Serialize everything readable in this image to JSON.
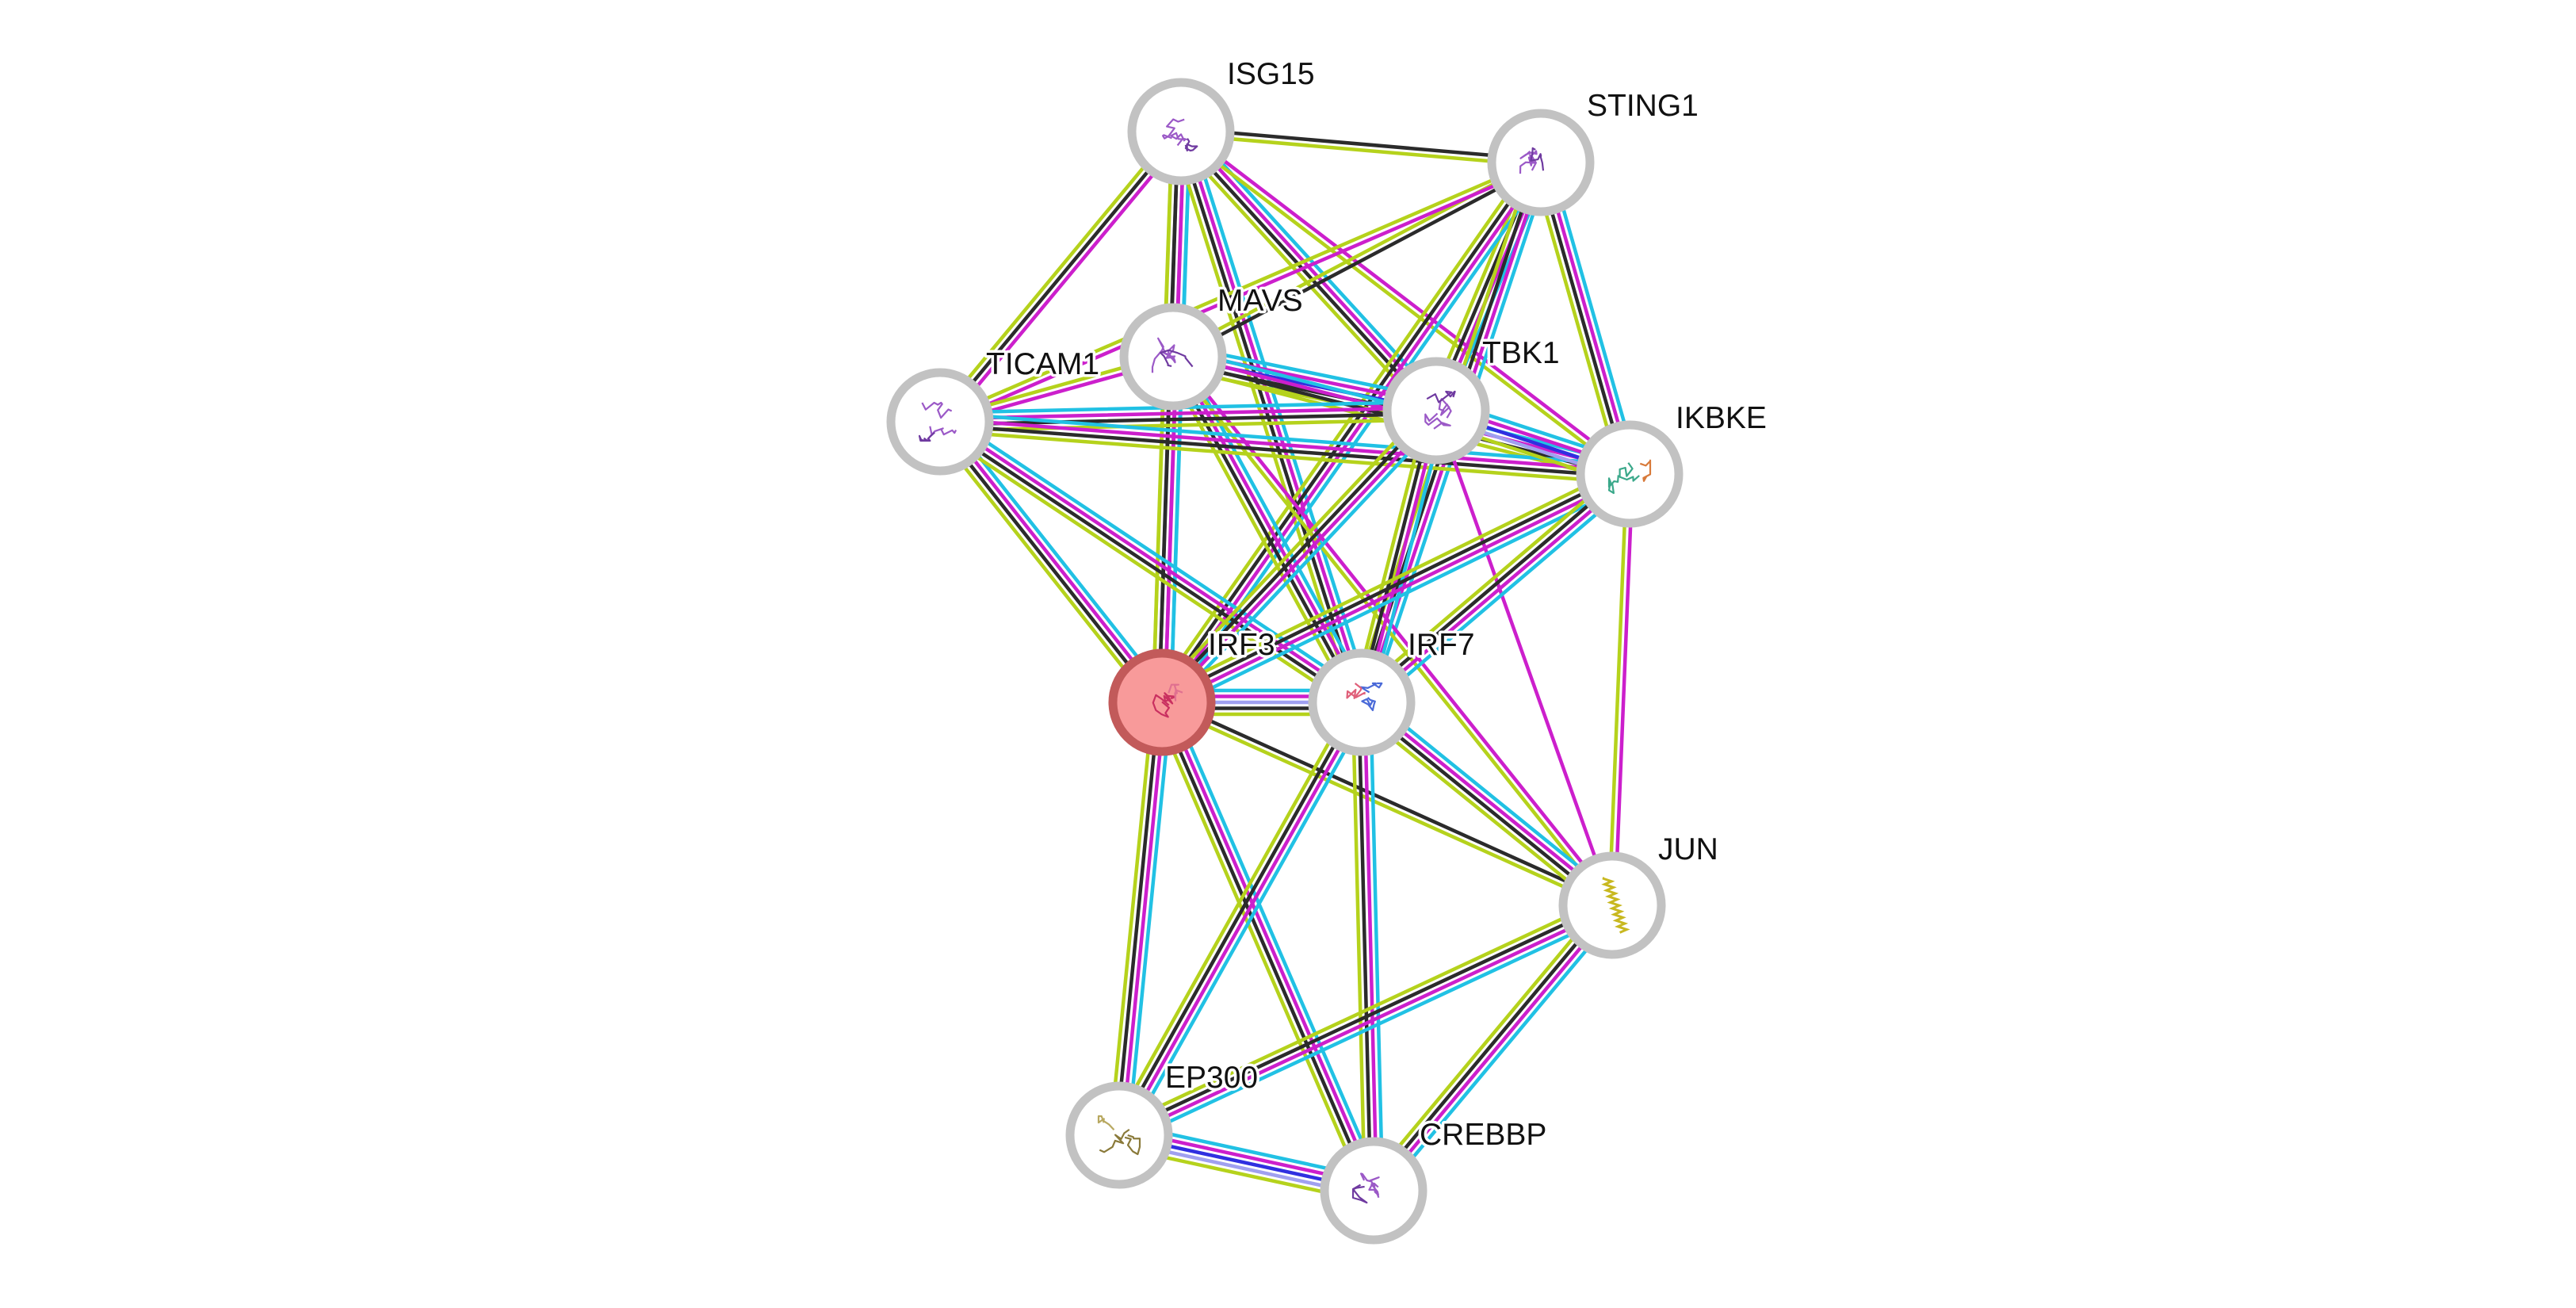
{
  "network": {
    "evidence_colors": {
      "database": "#21c1e4",
      "experiments": "#cc1fcc",
      "coexpression": "#2b2b2b",
      "textmining": "#b5d21c",
      "gene_fusion": "#3030e0",
      "homology": "#a0a0f0"
    },
    "query_node_color": "#f89a9a",
    "node_ring_color": "#c2c2c2",
    "nodes": [
      {
        "id": "ISG15",
        "label": "ISG15",
        "query": false,
        "structure_icon": "protein-structure-purple-icon"
      },
      {
        "id": "STING1",
        "label": "STING1",
        "query": false,
        "structure_icon": "protein-structure-purple-icon"
      },
      {
        "id": "MAVS",
        "label": "MAVS",
        "query": false,
        "structure_icon": "protein-structure-purple-icon"
      },
      {
        "id": "TICAM1",
        "label": "TICAM1",
        "query": false,
        "structure_icon": "protein-structure-purple-icon"
      },
      {
        "id": "TBK1",
        "label": "TBK1",
        "query": false,
        "structure_icon": "protein-structure-purple-icon"
      },
      {
        "id": "IKBKE",
        "label": "IKBKE",
        "query": false,
        "structure_icon": "protein-structure-green-icon"
      },
      {
        "id": "IRF3",
        "label": "IRF3",
        "query": true,
        "structure_icon": "protein-structure-pink-icon"
      },
      {
        "id": "IRF7",
        "label": "IRF7",
        "query": false,
        "structure_icon": "protein-structure-blue-icon"
      },
      {
        "id": "JUN",
        "label": "JUN",
        "query": false,
        "structure_icon": "protein-structure-yellow-icon"
      },
      {
        "id": "EP300",
        "label": "EP300",
        "query": false,
        "structure_icon": "protein-structure-olive-icon"
      },
      {
        "id": "CREBBP",
        "label": "CREBBP",
        "query": false,
        "structure_icon": "protein-structure-purple-icon"
      }
    ],
    "edges": [
      {
        "from": "ISG15",
        "to": "STING1",
        "evidence": [
          "coexpression",
          "textmining"
        ]
      },
      {
        "from": "ISG15",
        "to": "TICAM1",
        "evidence": [
          "experiments",
          "coexpression",
          "textmining"
        ]
      },
      {
        "from": "ISG15",
        "to": "MAVS",
        "evidence": [
          "database",
          "experiments",
          "coexpression",
          "textmining"
        ]
      },
      {
        "from": "ISG15",
        "to": "TBK1",
        "evidence": [
          "database",
          "experiments",
          "coexpression",
          "textmining"
        ]
      },
      {
        "from": "ISG15",
        "to": "IKBKE",
        "evidence": [
          "experiments",
          "textmining"
        ]
      },
      {
        "from": "ISG15",
        "to": "IRF3",
        "evidence": [
          "database",
          "experiments",
          "coexpression",
          "textmining"
        ]
      },
      {
        "from": "ISG15",
        "to": "IRF7",
        "evidence": [
          "database",
          "experiments",
          "coexpression",
          "textmining"
        ]
      },
      {
        "from": "STING1",
        "to": "MAVS",
        "evidence": [
          "coexpression",
          "textmining"
        ]
      },
      {
        "from": "STING1",
        "to": "TICAM1",
        "evidence": [
          "experiments",
          "textmining"
        ]
      },
      {
        "from": "STING1",
        "to": "TBK1",
        "evidence": [
          "database",
          "experiments",
          "coexpression",
          "textmining"
        ]
      },
      {
        "from": "STING1",
        "to": "IKBKE",
        "evidence": [
          "database",
          "experiments",
          "coexpression",
          "textmining"
        ]
      },
      {
        "from": "STING1",
        "to": "IRF3",
        "evidence": [
          "database",
          "experiments",
          "coexpression",
          "textmining"
        ]
      },
      {
        "from": "STING1",
        "to": "IRF7",
        "evidence": [
          "database",
          "experiments",
          "coexpression",
          "textmining"
        ]
      },
      {
        "from": "MAVS",
        "to": "TICAM1",
        "evidence": [
          "experiments",
          "textmining"
        ]
      },
      {
        "from": "MAVS",
        "to": "TBK1",
        "evidence": [
          "database",
          "experiments",
          "gene_fusion",
          "coexpression",
          "textmining"
        ]
      },
      {
        "from": "MAVS",
        "to": "IKBKE",
        "evidence": [
          "database",
          "experiments",
          "coexpression",
          "textmining"
        ]
      },
      {
        "from": "MAVS",
        "to": "IRF3",
        "evidence": [
          "database",
          "experiments",
          "coexpression",
          "textmining"
        ]
      },
      {
        "from": "MAVS",
        "to": "IRF7",
        "evidence": [
          "database",
          "experiments",
          "coexpression",
          "textmining"
        ]
      },
      {
        "from": "MAVS",
        "to": "JUN",
        "evidence": [
          "experiments",
          "textmining"
        ]
      },
      {
        "from": "TICAM1",
        "to": "TBK1",
        "evidence": [
          "database",
          "experiments",
          "coexpression",
          "textmining"
        ]
      },
      {
        "from": "TICAM1",
        "to": "IKBKE",
        "evidence": [
          "database",
          "experiments",
          "coexpression",
          "textmining"
        ]
      },
      {
        "from": "TICAM1",
        "to": "IRF3",
        "evidence": [
          "database",
          "experiments",
          "coexpression",
          "textmining"
        ]
      },
      {
        "from": "TICAM1",
        "to": "IRF7",
        "evidence": [
          "database",
          "experiments",
          "coexpression",
          "textmining"
        ]
      },
      {
        "from": "TBK1",
        "to": "IKBKE",
        "evidence": [
          "database",
          "experiments",
          "gene_fusion",
          "homology",
          "textmining"
        ]
      },
      {
        "from": "TBK1",
        "to": "IRF3",
        "evidence": [
          "database",
          "experiments",
          "coexpression",
          "textmining"
        ]
      },
      {
        "from": "TBK1",
        "to": "IRF7",
        "evidence": [
          "database",
          "experiments",
          "coexpression",
          "textmining"
        ]
      },
      {
        "from": "TBK1",
        "to": "JUN",
        "evidence": [
          "experiments"
        ]
      },
      {
        "from": "IKBKE",
        "to": "IRF3",
        "evidence": [
          "database",
          "experiments",
          "coexpression",
          "textmining"
        ]
      },
      {
        "from": "IKBKE",
        "to": "IRF7",
        "evidence": [
          "database",
          "experiments",
          "coexpression",
          "textmining"
        ]
      },
      {
        "from": "IKBKE",
        "to": "JUN",
        "evidence": [
          "experiments",
          "textmining"
        ]
      },
      {
        "from": "IRF3",
        "to": "IRF7",
        "evidence": [
          "database",
          "experiments",
          "homology",
          "coexpression",
          "textmining"
        ]
      },
      {
        "from": "IRF3",
        "to": "JUN",
        "evidence": [
          "coexpression",
          "textmining"
        ]
      },
      {
        "from": "IRF3",
        "to": "EP300",
        "evidence": [
          "database",
          "experiments",
          "coexpression",
          "textmining"
        ]
      },
      {
        "from": "IRF3",
        "to": "CREBBP",
        "evidence": [
          "database",
          "experiments",
          "coexpression",
          "textmining"
        ]
      },
      {
        "from": "IRF7",
        "to": "JUN",
        "evidence": [
          "database",
          "experiments",
          "coexpression",
          "textmining"
        ]
      },
      {
        "from": "IRF7",
        "to": "EP300",
        "evidence": [
          "database",
          "experiments",
          "coexpression",
          "textmining"
        ]
      },
      {
        "from": "IRF7",
        "to": "CREBBP",
        "evidence": [
          "database",
          "experiments",
          "coexpression",
          "textmining"
        ]
      },
      {
        "from": "JUN",
        "to": "EP300",
        "evidence": [
          "database",
          "experiments",
          "coexpression",
          "textmining"
        ]
      },
      {
        "from": "JUN",
        "to": "CREBBP",
        "evidence": [
          "database",
          "experiments",
          "coexpression",
          "textmining"
        ]
      },
      {
        "from": "EP300",
        "to": "CREBBP",
        "evidence": [
          "database",
          "experiments",
          "gene_fusion",
          "homology",
          "textmining"
        ]
      }
    ]
  }
}
